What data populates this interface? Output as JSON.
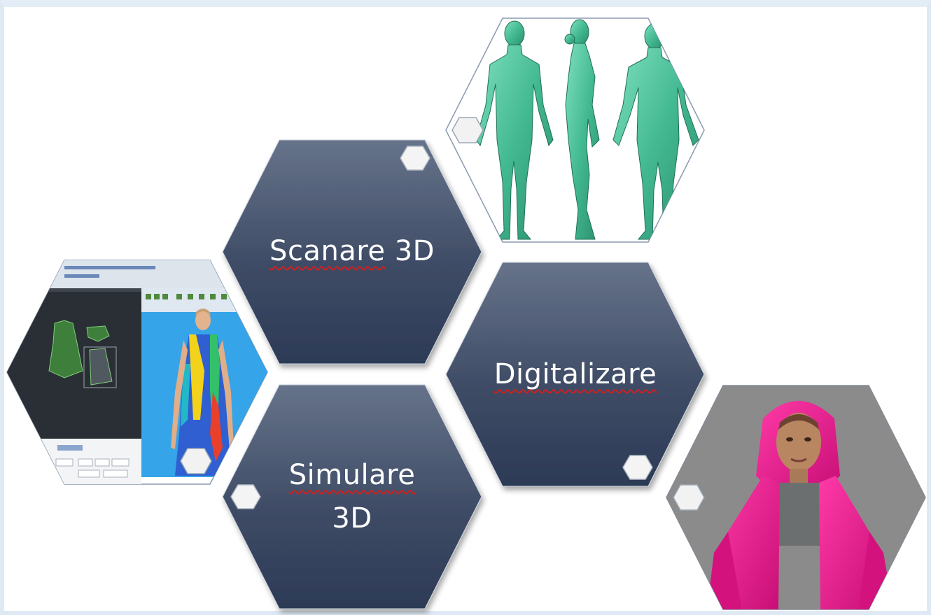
{
  "hexagons": [
    {
      "id": "scan",
      "label_main": "Scanare",
      "label_rest": " 3D"
    },
    {
      "id": "digital",
      "label_main": "Digitalizare",
      "label_rest": ""
    },
    {
      "id": "sim",
      "label_main": "Simulare",
      "label_line2": "3D"
    }
  ],
  "images": [
    {
      "id": "body-scan",
      "description_icon": "3d-body-scan-image"
    },
    {
      "id": "cad-software",
      "description_icon": "cad-pattern-software-image"
    },
    {
      "id": "avatar",
      "description_icon": "avatar-pink-hoodie-image"
    }
  ],
  "colors": {
    "hex_top": "#5f6c83",
    "hex_bottom": "#2c3a56",
    "frame": "#dfe9f3",
    "scan_green": "#4fc8a0",
    "hoodie_pink": "#e8188c",
    "cad_blue": "#3aa3e6"
  }
}
